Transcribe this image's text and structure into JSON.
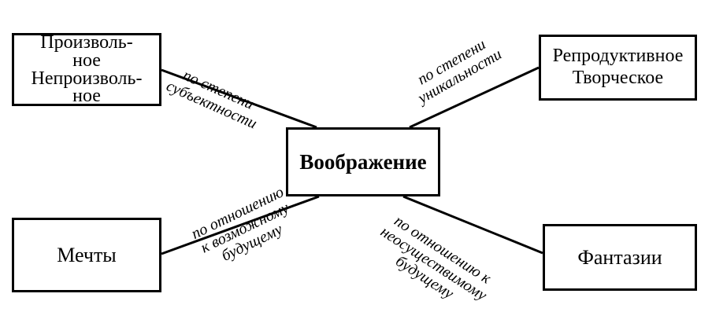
{
  "center": {
    "label": "Воображение"
  },
  "nodes": {
    "top_left": {
      "lines": [
        "Произволь-",
        "ное",
        "Непроизволь-",
        "ное"
      ]
    },
    "top_right": {
      "lines": [
        "Репродуктивное",
        "Творческое"
      ]
    },
    "bottom_left": {
      "lines": [
        "Мечты"
      ]
    },
    "bottom_right": {
      "lines": [
        "Фантазии"
      ]
    }
  },
  "edges": {
    "top_left": {
      "lines": [
        "по степени",
        "субъектности"
      ]
    },
    "top_right": {
      "lines": [
        "по степени",
        "уникальности"
      ]
    },
    "bottom_left": {
      "lines": [
        "по отношению",
        "к возможному",
        "будущему"
      ]
    },
    "bottom_right": {
      "lines": [
        "по отношению к",
        "неосуществимому",
        "будущему"
      ]
    }
  }
}
